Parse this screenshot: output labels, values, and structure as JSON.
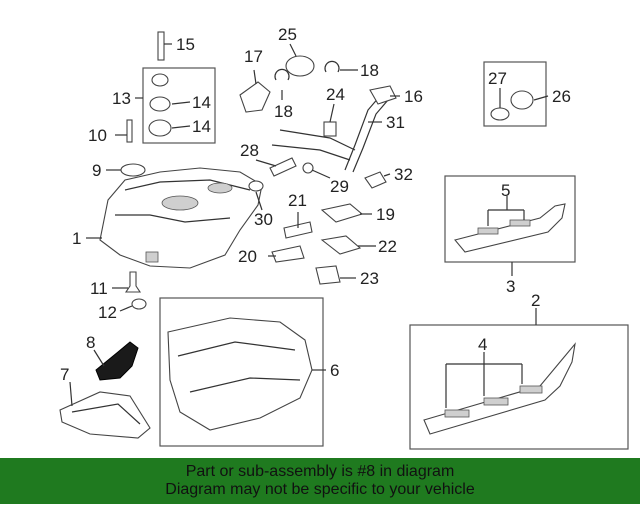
{
  "callouts": {
    "c1": "1",
    "c2": "2",
    "c3": "3",
    "c4": "4",
    "c5": "5",
    "c6": "6",
    "c7": "7",
    "c8": "8",
    "c9": "9",
    "c10": "10",
    "c11": "11",
    "c12": "12",
    "c13": "13",
    "c14a": "14",
    "c14b": "14",
    "c15": "15",
    "c16": "16",
    "c17": "17",
    "c18a": "18",
    "c18b": "18",
    "c19": "19",
    "c20": "20",
    "c21": "21",
    "c22": "22",
    "c23": "23",
    "c24": "24",
    "c25": "25",
    "c26": "26",
    "c27": "27",
    "c28": "28",
    "c29": "29",
    "c30": "30",
    "c31": "31",
    "c32": "32"
  },
  "banner": {
    "line1": "Part or sub-assembly is #8 in diagram",
    "line2": "Diagram may not be specific to your vehicle"
  },
  "colors": {
    "banner_bg": "#1f7a1f",
    "highlight_part": "#1a1a1a"
  }
}
